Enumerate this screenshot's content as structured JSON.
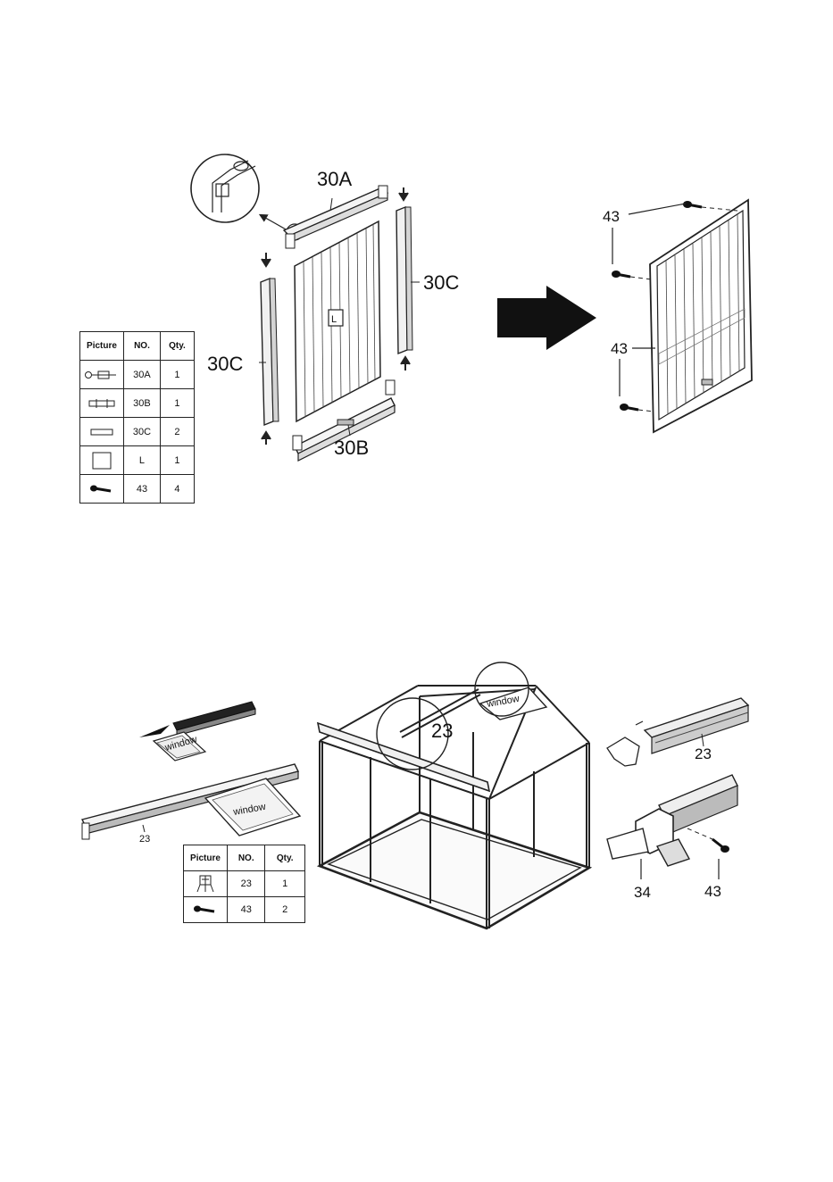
{
  "step1": {
    "labels": {
      "top_rail": "30A",
      "bottom_rail": "30B",
      "side_right": "30C",
      "side_left": "30C",
      "panel": "L",
      "screw_top": "43",
      "screw_bottom": "43"
    },
    "table": {
      "headers": [
        "Picture",
        "NO.",
        "Qty."
      ],
      "rows": [
        {
          "icon": "rail-30a-icon",
          "no": "30A",
          "qty": "1"
        },
        {
          "icon": "rail-30b-icon",
          "no": "30B",
          "qty": "1"
        },
        {
          "icon": "rail-30c-icon",
          "no": "30C",
          "qty": "2"
        },
        {
          "icon": "panel-l-icon",
          "no": "L",
          "qty": "1"
        },
        {
          "icon": "screw-icon",
          "no": "43",
          "qty": "4"
        }
      ]
    }
  },
  "step2": {
    "labels": {
      "center": "23",
      "top_window": "window",
      "detail_window_small": "window",
      "detail_window_large": "window",
      "detail_rail": "23",
      "right_rail": "23",
      "hinge": "34",
      "screw": "43"
    },
    "table": {
      "headers": [
        "Picture",
        "NO.",
        "Qty."
      ],
      "rows": [
        {
          "icon": "window-frame-icon",
          "no": "23",
          "qty": "1"
        },
        {
          "icon": "screw-icon",
          "no": "43",
          "qty": "2"
        }
      ]
    }
  }
}
